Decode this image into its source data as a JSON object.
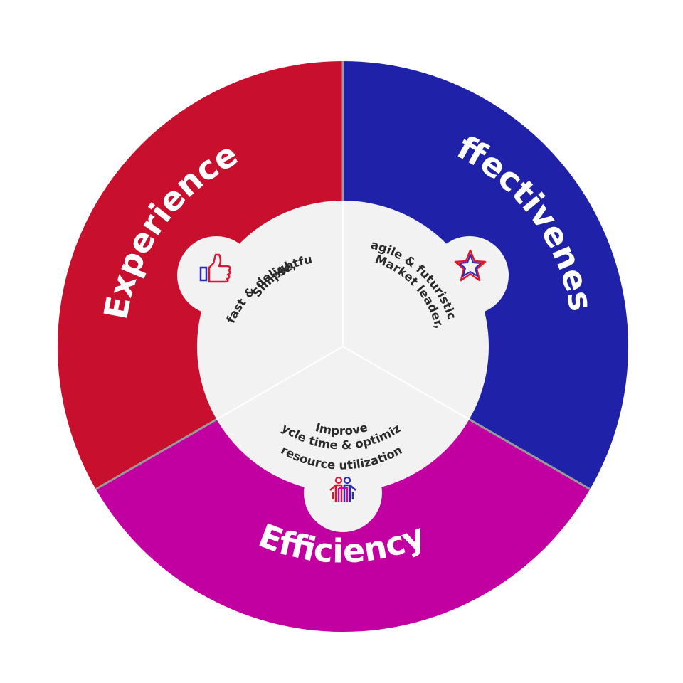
{
  "segments": [
    {
      "id": "experience",
      "label": "Experience",
      "color": "#c8102e"
    },
    {
      "id": "effectiveness",
      "label": "Effectiveness",
      "color": "#1f22a8"
    },
    {
      "id": "efficiency",
      "label": "Efficiency",
      "color": "#c200a1"
    }
  ],
  "inner": [
    {
      "id": "experience",
      "lines": [
        "Simple,",
        "fast & delightful"
      ],
      "icon": "thumbs-up-icon"
    },
    {
      "id": "effectiveness",
      "lines": [
        "Market leader,",
        "agile & futuristic"
      ],
      "icon": "star-icon"
    },
    {
      "id": "efficiency",
      "lines": [
        "Improve",
        "cycle time & optimize",
        "resource utilization"
      ],
      "icon": "people-icon"
    }
  ],
  "colors": {
    "hub": "#f2f2f2",
    "divider": "#9a9a9a",
    "icon_red": "#e0142e",
    "icon_blue": "#2a2ab8",
    "icon_magenta": "#d400b0",
    "text": "#2a2a2a"
  }
}
